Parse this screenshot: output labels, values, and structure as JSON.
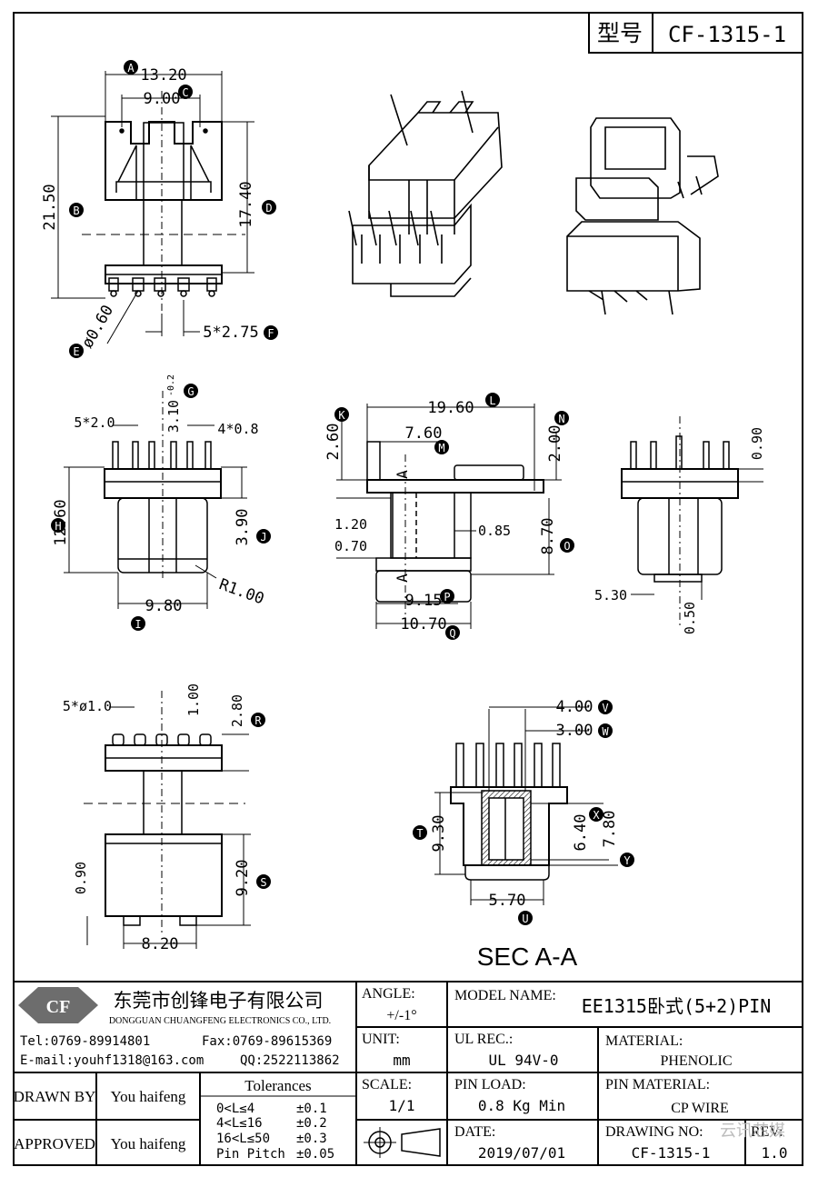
{
  "title_block": {
    "model_no_label": "型号",
    "model_no": "CF-1315-1",
    "company_cn": "东莞市创锋电子有限公司",
    "company_en": "DONGGUAN CHUANGFENG ELECTRONICS CO., LTD.",
    "logo_text": "CF",
    "tel": "Tel:0769-89914801",
    "fax": "Fax:0769-89615369",
    "email": "E-mail:youhf1318@163.com",
    "qq": "QQ:2522113862",
    "angle_label": "ANGLE:",
    "angle_value": "+/-1°",
    "model_name_label": "MODEL NAME:",
    "model_name": "EE1315卧式(5+2)PIN",
    "unit_label": "UNIT:",
    "unit_value": "mm",
    "ul_label": "UL REC.:",
    "ul_value": "UL 94V-0",
    "material_label": "MATERIAL:",
    "material_value": "PHENOLIC",
    "drawn_by_label": "DRAWN BY",
    "drawn_by": "You haifeng",
    "approved_label": "APPROVED",
    "approved_by": "You haifeng",
    "tolerances_label": "Tolerances",
    "tol_rows": [
      {
        "range": "0<L≤4",
        "tol": "±0.1"
      },
      {
        "range": "4<L≤16",
        "tol": "±0.2"
      },
      {
        "range": "16<L≤50",
        "tol": "±0.3"
      },
      {
        "range": "Pin Pitch",
        "tol": "±0.05"
      }
    ],
    "scale_label": "SCALE:",
    "scale_value": "1/1",
    "pin_load_label": "PIN LOAD:",
    "pin_load_value": "0.8 Kg Min",
    "pin_material_label": "PIN MATERIAL:",
    "pin_material_value": "CP WIRE",
    "date_label": "DATE:",
    "date_value": "2019/07/01",
    "drawing_no_label": "DRAWING NO:",
    "drawing_no_value": "CF-1315-1",
    "rev_label": "REV:",
    "rev_value": "1.0",
    "watermark": "云讯芯媒"
  },
  "dimensions": {
    "A": "13.20",
    "C": "9.00",
    "B": "21.50",
    "D": "17.40",
    "E": "ø0.60",
    "F": "5*2.75",
    "G": "3.10",
    "G_tol": "-0.2",
    "pins_5": "5*2.0",
    "pins_4": "4*0.8",
    "H": "12.60",
    "J": "3.90",
    "I": "9.80",
    "R": "R1.00",
    "K": "2.60",
    "L": "19.60",
    "M": "7.60",
    "N": "2.00",
    "d120": "1.20",
    "d070": "0.70",
    "d085": "0.85",
    "O": "8.70",
    "P": "9.15",
    "Q": "10.70",
    "d090r": "0.90",
    "d530": "5.30",
    "d050": "0.50",
    "pin_dia": "5*ø1.0",
    "d100": "1.00",
    "R2": "2.80",
    "d090": "0.90",
    "S": "9.20",
    "d820": "8.20",
    "V": "4.00",
    "W": "3.00",
    "T": "9.30",
    "X": "6.40",
    "Y": "7.80",
    "U": "5.70",
    "section_letter": "A",
    "section_title": "SEC A-A"
  }
}
